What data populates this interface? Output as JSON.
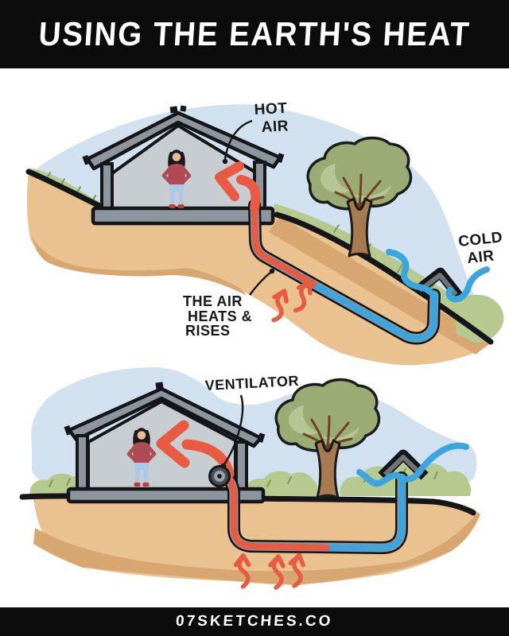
{
  "header": {
    "title": "USING THE EARTH'S HEAT"
  },
  "footer": {
    "credit": "07SKETCHES.CO"
  },
  "top_diagram": {
    "label_hot_line1": "HOT",
    "label_hot_line2": "AIR",
    "label_cold_line1": "COLD",
    "label_cold_line2": "AIR",
    "label_heats_line1": "THE AIR",
    "label_heats_line2": "HEATS &",
    "label_heats_line3": "RISES"
  },
  "bottom_diagram": {
    "label_ventilator": "VENTILATOR"
  },
  "icons": {
    "hot_air_arrow": "red-arrow-up-left",
    "warm_air_arrow": "red-arrow-left",
    "heat_rising": "red-squiggle-arrows",
    "air_intake": "chevron-cap",
    "ventilator": "fan-circle"
  },
  "colors": {
    "banner": "#0c0c0c",
    "sky": "#d2e1f0",
    "earth": "#eac28f",
    "earth_dark": "#d7a671",
    "grass": "#b6c98f",
    "foliage": "#9aab73",
    "foliage_light": "#b7c595",
    "trunk": "#a87a50",
    "hot": "#e85a42",
    "cold": "#3aa5de",
    "wall_gray": "#8d969e",
    "interior_gray": "#c8cdd2",
    "outline": "#141619",
    "shirt": "#b04a55",
    "jeans": "#abc7e6"
  }
}
